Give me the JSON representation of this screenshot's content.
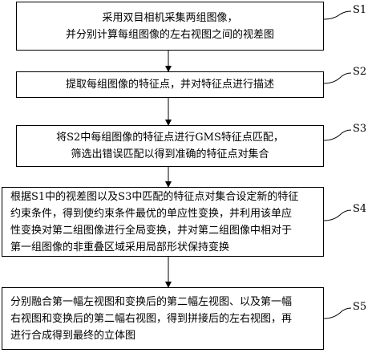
{
  "steps": [
    {
      "label": "S1",
      "lines": [
        "采用双目相机采集两组图像，",
        "并分别计算每组图像的左右视图之间的视差图"
      ]
    },
    {
      "label": "S2",
      "lines": [
        "提取每组图像的特征点，并对特征点进行描述"
      ]
    },
    {
      "label": "S3",
      "lines": [
        "将S2中每组图像的特征点进行GMS特征点匹配，",
        "筛选出错误匹配以得到准确的特征点对集合"
      ]
    },
    {
      "label": "S4",
      "lines": [
        "根据S1中的视差图以及S3中匹配的特征点对集合设定新的特征",
        "约束条件，得到使约束条件最优的单应性变换，并利用该单应",
        "性变换对第二组图像进行全局变换，并对第二组图像中相对于",
        "第一组图像的非重叠区域采用局部形状保持变换"
      ]
    },
    {
      "label": "S5",
      "lines": [
        "分别融合第一幅左视图和变换后的第二幅左视图、以及第一幅",
        "右视图和变换后的第二幅右视图，得到拼接后的左右视图，再",
        "进行合成得到最终的立体图"
      ]
    }
  ]
}
